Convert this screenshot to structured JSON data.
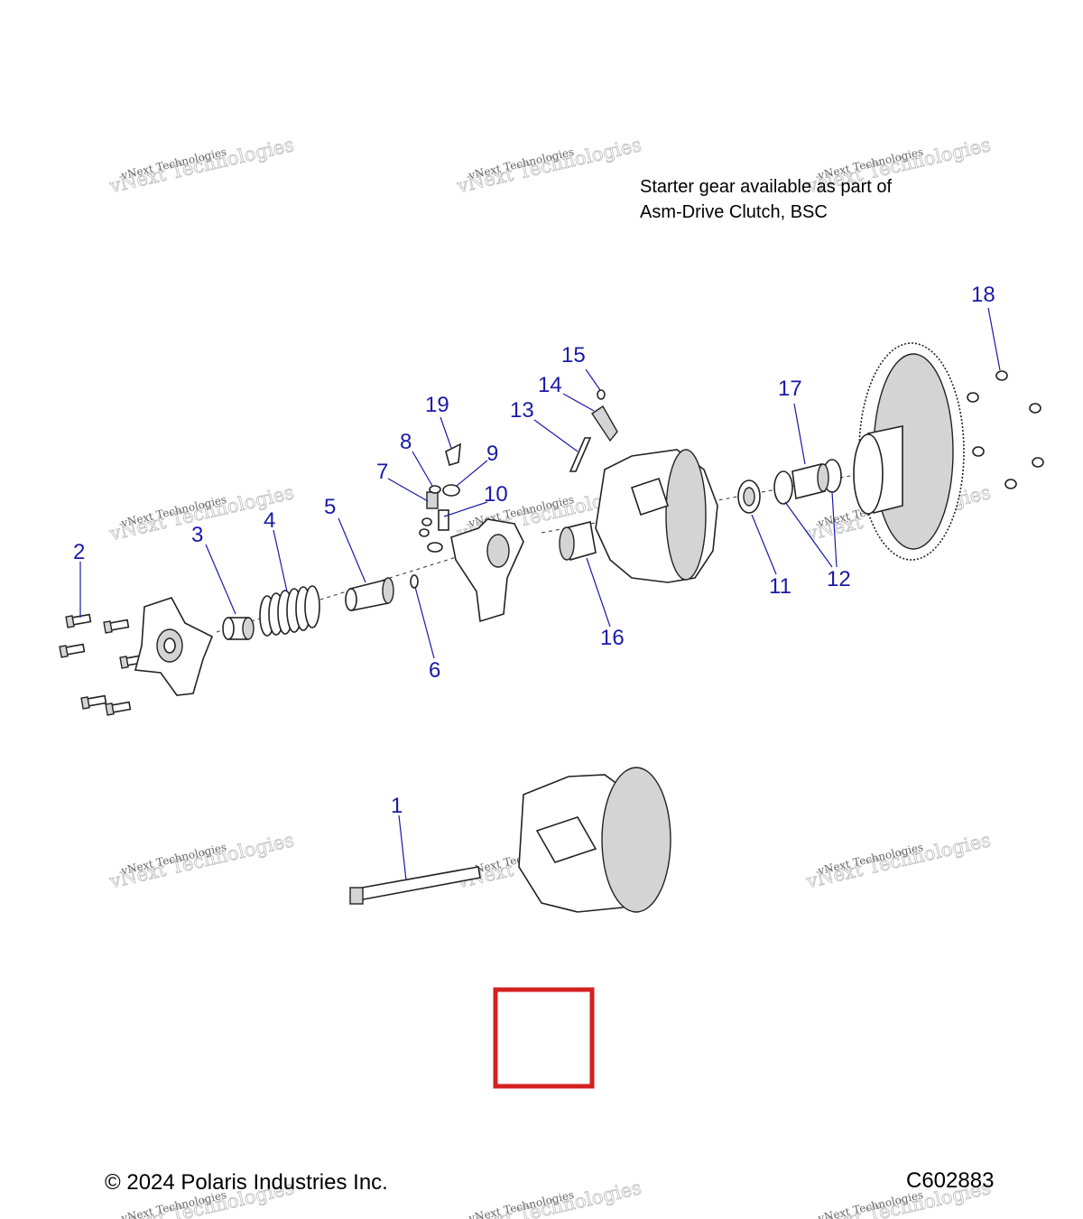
{
  "note": {
    "line1": "Starter gear available as part of",
    "line2": "Asm-Drive Clutch, BSC"
  },
  "callouts": [
    "1",
    "2",
    "3",
    "4",
    "5",
    "6",
    "7",
    "8",
    "9",
    "10",
    "11",
    "12",
    "13",
    "14",
    "15",
    "16",
    "17",
    "18",
    "19"
  ],
  "footer": {
    "copyright": "© 2024 Polaris Industries Inc.",
    "figure_id": "C602883"
  },
  "watermark": {
    "line1": "vNext Technologies",
    "line2": "vNext Technologies"
  },
  "colors": {
    "callout": "#1a1aa8",
    "marker_box": "#d42020"
  }
}
